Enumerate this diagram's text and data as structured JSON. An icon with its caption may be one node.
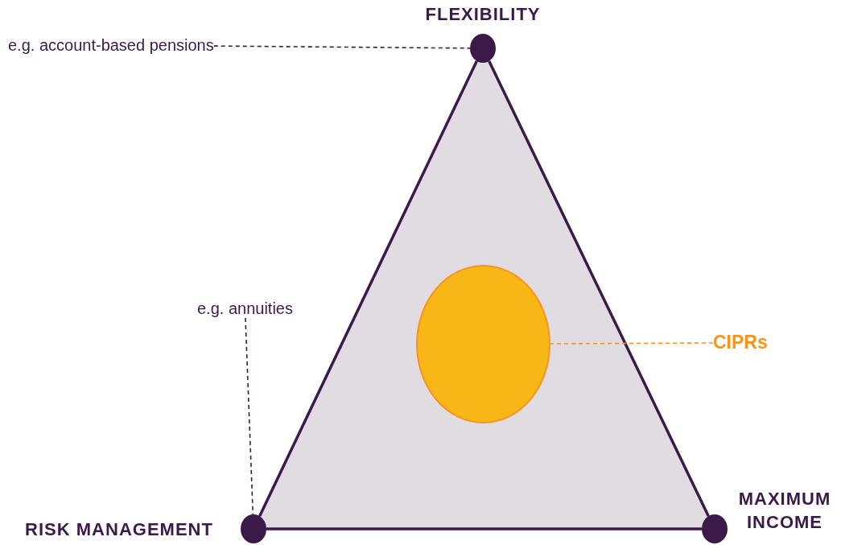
{
  "diagram": {
    "nodes": [
      {
        "text": [],
        "shape": "circle",
        "beside": [
          "FLEXIBILITY"
        ]
      },
      {
        "text": [],
        "shape": "circle",
        "beside": [
          "RISK MANAGEMENT"
        ]
      },
      {
        "text": [],
        "shape": "circle",
        "beside": [
          "MAXIMUM INCOME"
        ]
      },
      {
        "text": [
          "e.g. account-based pensions"
        ]
      },
      {
        "text": [
          "e.g. annuities"
        ]
      },
      {
        "text": [
          "CIPRs"
        ]
      },
      {
        "text": [],
        "shape": "circle"
      }
    ],
    "edges": [
      {
        "from": 0,
        "to": 1,
        "arrow": "none",
        "style": "thick"
      },
      {
        "from": 0,
        "to": 2,
        "arrow": "none",
        "style": "thick"
      },
      {
        "from": 1,
        "to": 2,
        "arrow": "none",
        "style": "thick"
      },
      {
        "from": 3,
        "to": 0,
        "arrow": "none",
        "style": "dashed"
      },
      {
        "from": 4,
        "to": 1,
        "arrow": "none",
        "style": "dashed"
      },
      {
        "from": 5,
        "to": 6,
        "arrow": "none",
        "style": "dashed",
        "color": "#f7941d"
      }
    ]
  }
}
